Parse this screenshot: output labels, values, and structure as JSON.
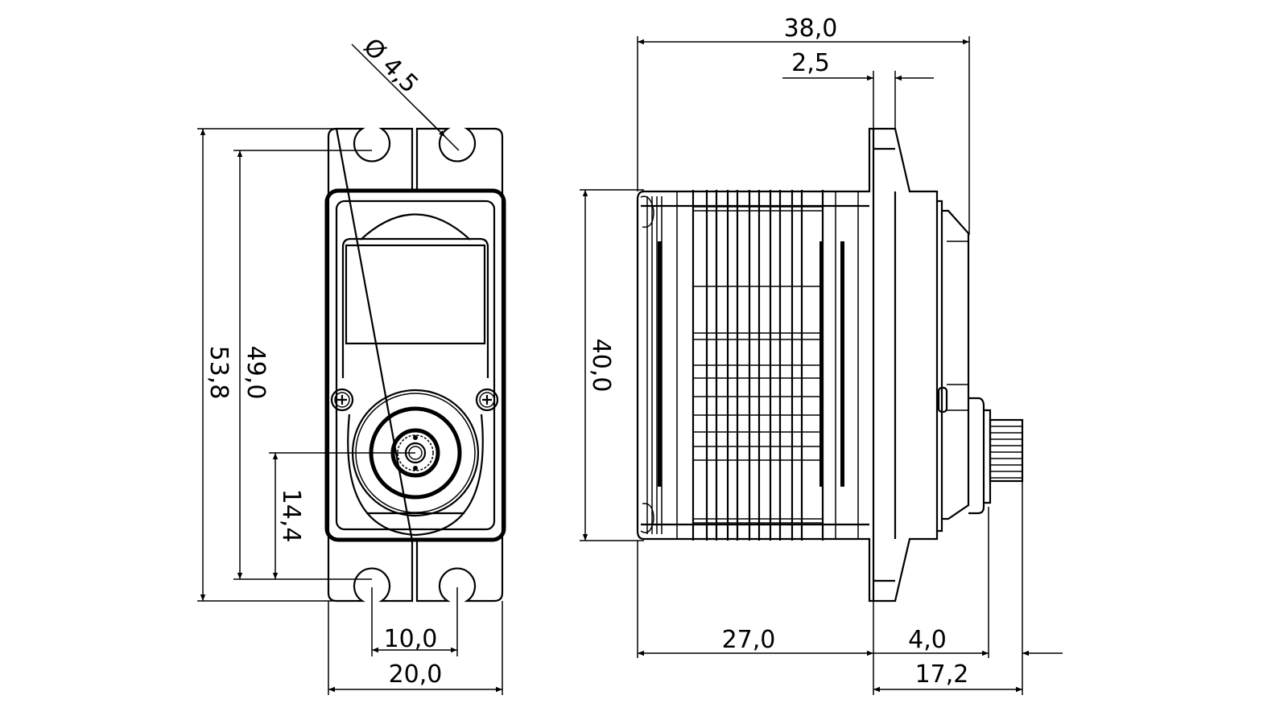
{
  "drawing": {
    "front_view": {
      "hole_diameter": "Ø 4,5",
      "overall_height": "53,8",
      "hole_spacing_vertical": "49,0",
      "shaft_offset": "14,4",
      "hole_spacing_horizontal": "10,0",
      "width": "20,0"
    },
    "side_view": {
      "overall_length": "38,0",
      "flange_thickness": "2,5",
      "body_height": "40,0",
      "body_length": "27,0",
      "spline_length": "4,0",
      "flange_to_spline_end": "17,2"
    }
  }
}
